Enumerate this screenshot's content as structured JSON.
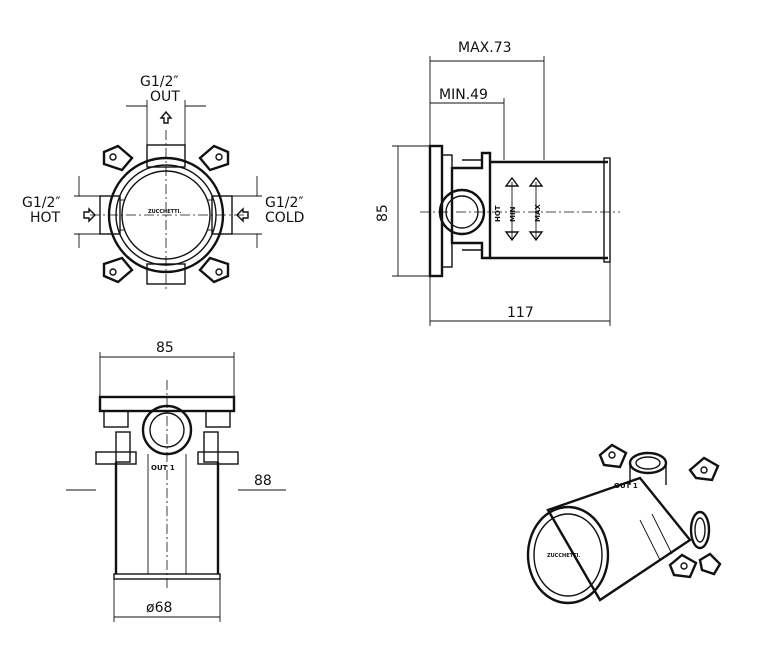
{
  "front_view": {
    "out_label_size": "G1/2″",
    "out_label": "OUT",
    "hot_label_size": "G1/2″",
    "hot_label": "HOT",
    "cold_label_size": "G1/2″",
    "cold_label": "COLD",
    "brand": "ZUCCHETTI."
  },
  "side_view": {
    "max_depth": "MAX.73",
    "min_depth": "MIN.49",
    "height": "85",
    "length": "117",
    "hot_mark": "HOT",
    "min_mark": "MIN",
    "max_mark": "MAX"
  },
  "bottom_view": {
    "width": "85",
    "depth": "88",
    "out_mark": "OUT 1",
    "diameter": "ø68"
  },
  "iso_view": {
    "brand": "ZUCCHETTI.",
    "out_mark": "OUT 1"
  }
}
